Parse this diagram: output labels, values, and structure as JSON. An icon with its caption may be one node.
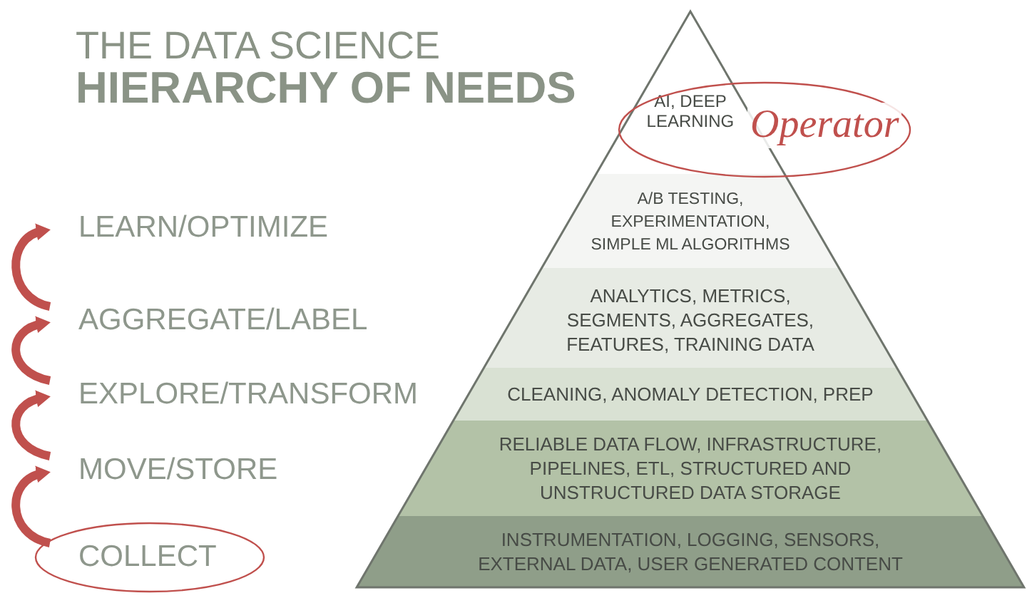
{
  "diagram": {
    "title": "THE DATA SCIENCE **HIERARCHY OF NEEDS**",
    "nodes": [
      {
        "text": [
          "LEARN/OPTIMIZE"
        ]
      },
      {
        "text": [
          "AGGREGATE/LABEL"
        ]
      },
      {
        "text": [
          "EXPLORE/TRANSFORM"
        ]
      },
      {
        "text": [
          "MOVE/STORE"
        ]
      },
      {
        "text": [
          "COLLECT"
        ]
      },
      {
        "text": [
          "AI, DEEP LEARNING"
        ]
      },
      {
        "text": [
          "A/B TESTING, EXPERIMENTATION, SIMPLE ML ALGORITHMS"
        ]
      },
      {
        "text": [
          "ANALYTICS, METRICS, SEGMENTS, AGGREGATES, FEATURES, TRAINING DATA"
        ]
      },
      {
        "text": [
          "CLEANING, ANOMALY DETECTION, PREP"
        ]
      },
      {
        "text": [
          "RELIABLE DATA FLOW, INFRASTRUCTURE, PIPELINES, ETL, STRUCTURED AND UNSTRUCTURED DATA STORAGE"
        ]
      },
      {
        "text": [
          "INSTRUMENTATION, LOGGING, SENSORS, EXTERNAL DATA, USER GENERATED CONTENT"
        ]
      },
      {
        "text": [
          "Operator"
        ]
      }
    ],
    "edges": [
      {
        "from": 4,
        "to": 3,
        "arrow": "to"
      },
      {
        "from": 3,
        "to": 2,
        "arrow": "to"
      },
      {
        "from": 2,
        "to": 1,
        "arrow": "to"
      },
      {
        "from": 1,
        "to": 0,
        "arrow": "to"
      }
    ]
  }
}
